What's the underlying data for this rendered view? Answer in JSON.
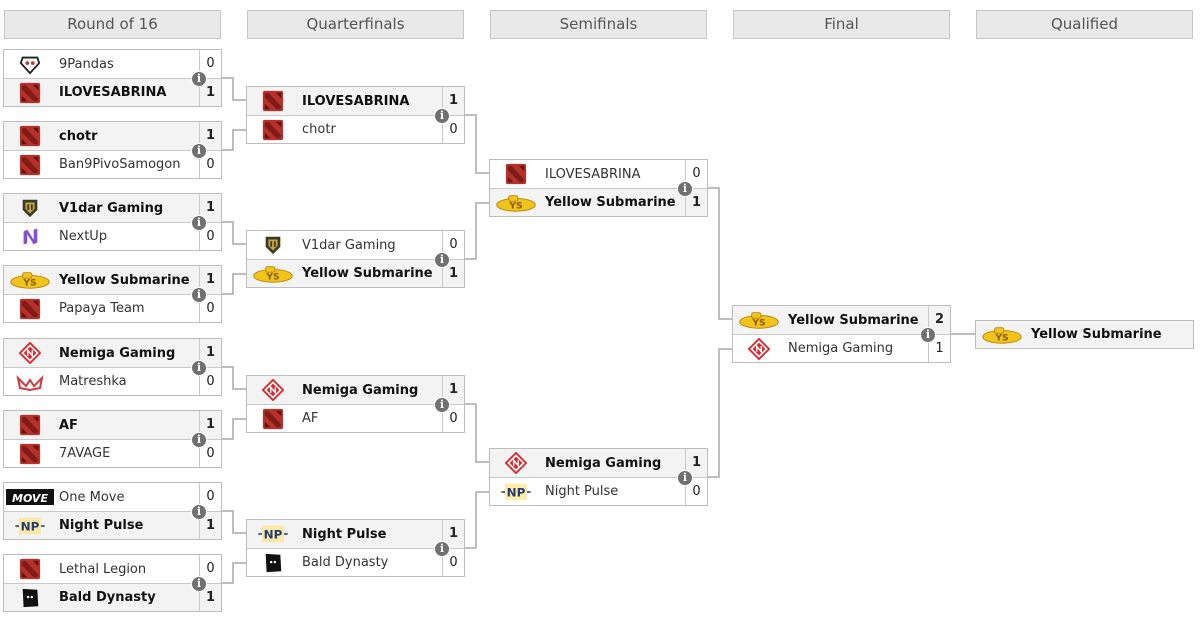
{
  "rounds": [
    "Round of 16",
    "Quarterfinals",
    "Semifinals",
    "Final",
    "Qualified"
  ],
  "info_glyph": "i",
  "matches": {
    "r16": [
      [
        {
          "name": "9Pandas",
          "score": "0",
          "win": false,
          "logo": "9pandas-logo"
        },
        {
          "name": "ILOVESABRINA",
          "score": "1",
          "win": true,
          "logo": "dota-logo"
        }
      ],
      [
        {
          "name": "chotr",
          "score": "1",
          "win": true,
          "logo": "dota-logo"
        },
        {
          "name": "Ban9PivoSamogon",
          "score": "0",
          "win": false,
          "logo": "dota-logo"
        }
      ],
      [
        {
          "name": "V1dar Gaming",
          "score": "1",
          "win": true,
          "logo": "v1dar-logo"
        },
        {
          "name": "NextUp",
          "score": "0",
          "win": false,
          "logo": "nextup-logo"
        }
      ],
      [
        {
          "name": "Yellow Submarine",
          "score": "1",
          "win": true,
          "logo": "yellow-submarine-logo"
        },
        {
          "name": "Papaya Team",
          "score": "0",
          "win": false,
          "logo": "dota-logo"
        }
      ],
      [
        {
          "name": "Nemiga Gaming",
          "score": "1",
          "win": true,
          "logo": "nemiga-logo"
        },
        {
          "name": "Matreshka",
          "score": "0",
          "win": false,
          "logo": "matreshka-logo"
        }
      ],
      [
        {
          "name": "AF",
          "score": "1",
          "win": true,
          "logo": "dota-logo"
        },
        {
          "name": "7AVAGE",
          "score": "0",
          "win": false,
          "logo": "dota-logo"
        }
      ],
      [
        {
          "name": "One Move",
          "score": "0",
          "win": false,
          "logo": "one-move-logo"
        },
        {
          "name": "Night Pulse",
          "score": "1",
          "win": true,
          "logo": "night-pulse-logo"
        }
      ],
      [
        {
          "name": "Lethal Legion",
          "score": "0",
          "win": false,
          "logo": "dota-logo"
        },
        {
          "name": "Bald Dynasty",
          "score": "1",
          "win": true,
          "logo": "bald-dynasty-logo"
        }
      ]
    ],
    "qf": [
      [
        {
          "name": "ILOVESABRINA",
          "score": "1",
          "win": true,
          "logo": "dota-logo"
        },
        {
          "name": "chotr",
          "score": "0",
          "win": false,
          "logo": "dota-logo"
        }
      ],
      [
        {
          "name": "V1dar Gaming",
          "score": "0",
          "win": false,
          "logo": "v1dar-logo"
        },
        {
          "name": "Yellow Submarine",
          "score": "1",
          "win": true,
          "logo": "yellow-submarine-logo"
        }
      ],
      [
        {
          "name": "Nemiga Gaming",
          "score": "1",
          "win": true,
          "logo": "nemiga-logo"
        },
        {
          "name": "AF",
          "score": "0",
          "win": false,
          "logo": "dota-logo"
        }
      ],
      [
        {
          "name": "Night Pulse",
          "score": "1",
          "win": true,
          "logo": "night-pulse-logo"
        },
        {
          "name": "Bald Dynasty",
          "score": "0",
          "win": false,
          "logo": "bald-dynasty-logo"
        }
      ]
    ],
    "sf": [
      [
        {
          "name": "ILOVESABRINA",
          "score": "0",
          "win": false,
          "logo": "dota-logo"
        },
        {
          "name": "Yellow Submarine",
          "score": "1",
          "win": true,
          "logo": "yellow-submarine-logo"
        }
      ],
      [
        {
          "name": "Nemiga Gaming",
          "score": "1",
          "win": true,
          "logo": "nemiga-logo"
        },
        {
          "name": "Night Pulse",
          "score": "0",
          "win": false,
          "logo": "night-pulse-logo"
        }
      ]
    ],
    "final": [
      [
        {
          "name": "Yellow Submarine",
          "score": "2",
          "win": true,
          "logo": "yellow-submarine-logo"
        },
        {
          "name": "Nemiga Gaming",
          "score": "1",
          "win": false,
          "logo": "nemiga-logo"
        }
      ]
    ]
  },
  "qualified": {
    "name": "Yellow Submarine",
    "logo": "yellow-submarine-logo"
  },
  "colors": {
    "header_bg": "#e9e9e9",
    "winner_bg": "#f3f3f3",
    "line": "#a8a8a8",
    "info_icon": "#707070",
    "dota_red": "#b7312a",
    "yellow_sub": "#f0c419",
    "nemiga_red": "#e0262b",
    "nextup_purple": "#8a4fd1",
    "night_pulse_blue": "#1f3b73"
  }
}
